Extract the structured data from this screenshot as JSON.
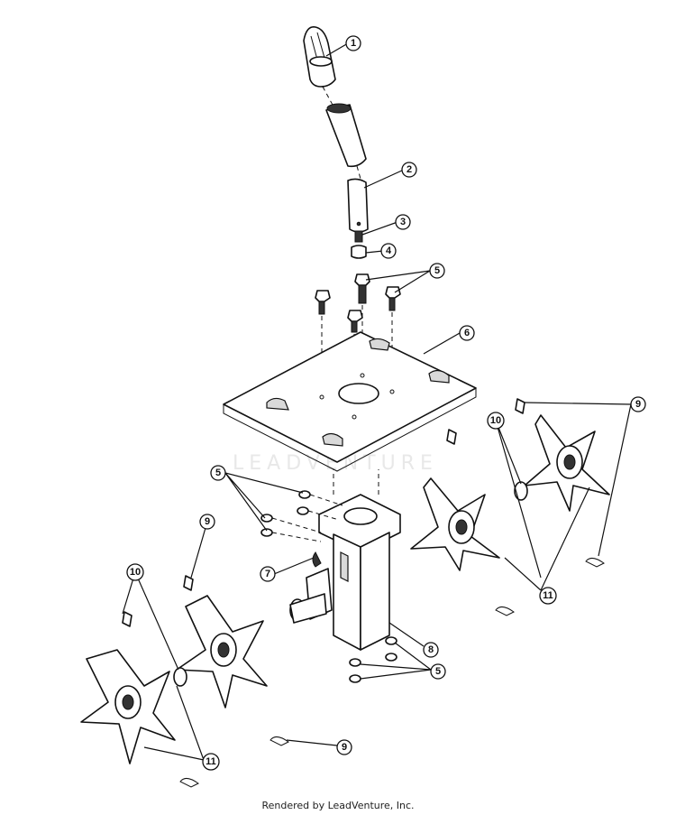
{
  "watermark": {
    "text": "LEADVENTURE"
  },
  "footer": {
    "text": "Rendered by LeadVenture, Inc."
  },
  "callouts": [
    {
      "id": "c1",
      "label": "1"
    },
    {
      "id": "c2",
      "label": "2"
    },
    {
      "id": "c3",
      "label": "3"
    },
    {
      "id": "c4",
      "label": "4"
    },
    {
      "id": "c5a",
      "label": "5"
    },
    {
      "id": "c6",
      "label": "6"
    },
    {
      "id": "c9a",
      "label": "9"
    },
    {
      "id": "c10a",
      "label": "10"
    },
    {
      "id": "c5b",
      "label": "5"
    },
    {
      "id": "c9b",
      "label": "9"
    },
    {
      "id": "c7",
      "label": "7"
    },
    {
      "id": "c11a",
      "label": "11"
    },
    {
      "id": "c10b",
      "label": "10"
    },
    {
      "id": "c8",
      "label": "8"
    },
    {
      "id": "c5c",
      "label": "5"
    },
    {
      "id": "c11b",
      "label": "11"
    },
    {
      "id": "c9c",
      "label": "9"
    }
  ]
}
